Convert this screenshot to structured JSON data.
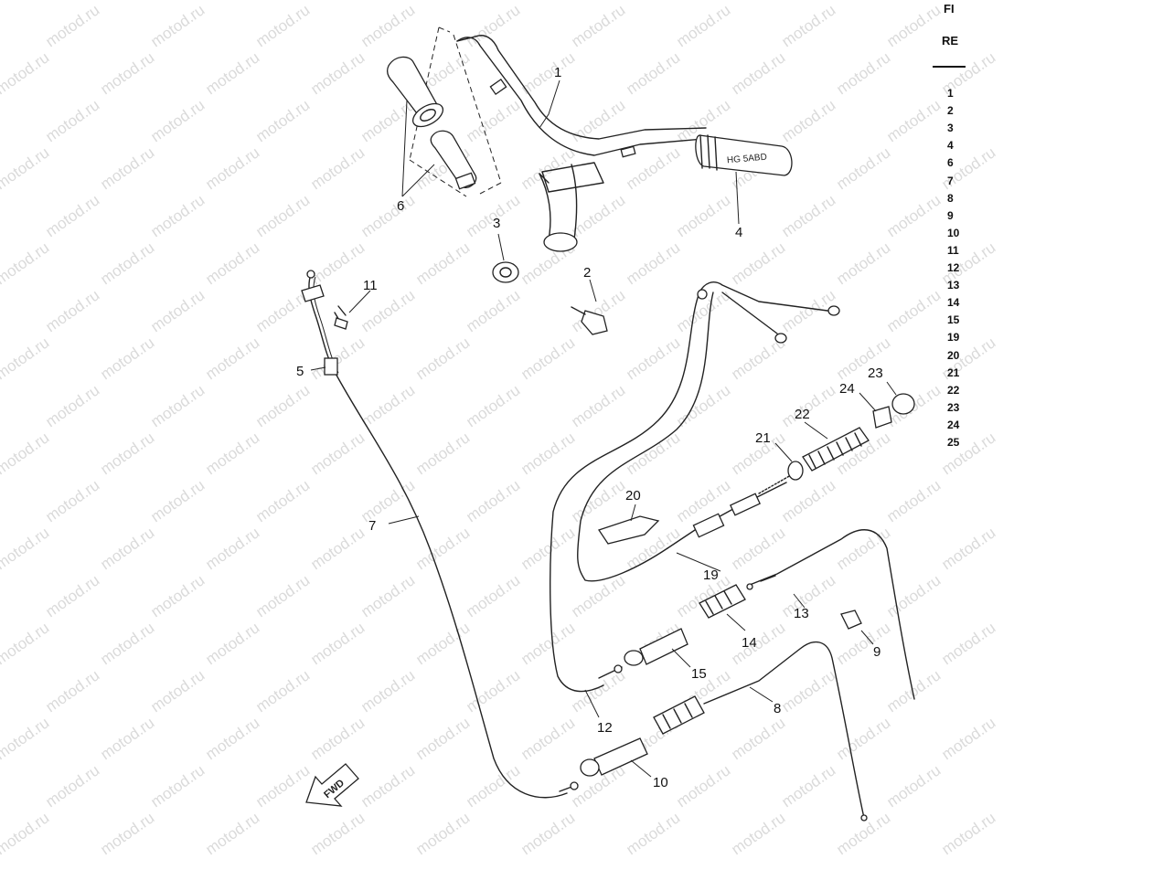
{
  "watermark": "motod.ru",
  "direction_badge": "FWD",
  "parts": [
    {
      "id": "p1",
      "label": "1"
    },
    {
      "id": "p2",
      "label": "2"
    },
    {
      "id": "p3",
      "label": "3"
    },
    {
      "id": "p4",
      "label": "4"
    },
    {
      "id": "p5",
      "label": "5"
    },
    {
      "id": "p6",
      "label": "6"
    },
    {
      "id": "p7",
      "label": "7"
    },
    {
      "id": "p8",
      "label": "8"
    },
    {
      "id": "p9",
      "label": "9"
    },
    {
      "id": "p10",
      "label": "10"
    },
    {
      "id": "p11",
      "label": "11"
    },
    {
      "id": "p12",
      "label": "12"
    },
    {
      "id": "p13",
      "label": "13"
    },
    {
      "id": "p14",
      "label": "14"
    },
    {
      "id": "p15",
      "label": "15"
    },
    {
      "id": "p19",
      "label": "19"
    },
    {
      "id": "p20",
      "label": "20"
    },
    {
      "id": "p21",
      "label": "21"
    },
    {
      "id": "p22",
      "label": "22"
    },
    {
      "id": "p23",
      "label": "23"
    },
    {
      "id": "p24",
      "label": "24"
    }
  ],
  "reference_panel": {
    "header_fig": "FI",
    "header_ref": "RE",
    "numbers": [
      "1",
      "2",
      "3",
      "4",
      "6",
      "7",
      "8",
      "9",
      "10",
      "11",
      "12",
      "13",
      "14",
      "15",
      "19",
      "20",
      "21",
      "22",
      "23",
      "24",
      "25"
    ]
  }
}
